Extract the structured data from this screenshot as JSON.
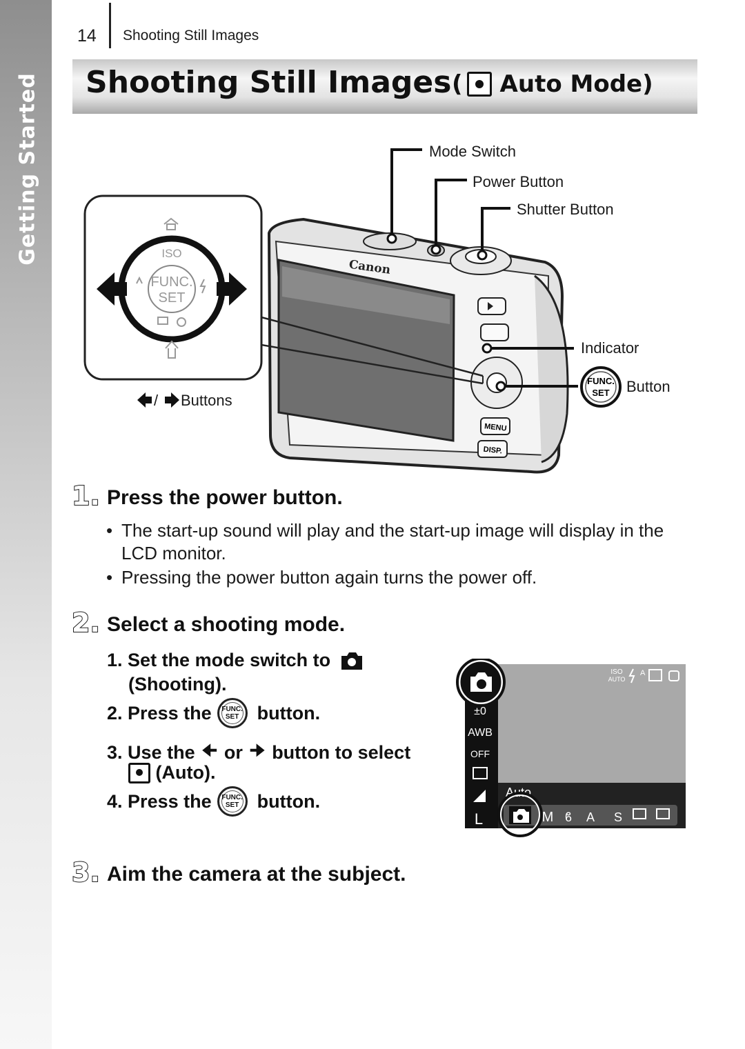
{
  "side_tab": {
    "label": "Getting Started"
  },
  "header": {
    "page_number": "14",
    "running_head": "Shooting Still Images"
  },
  "title": {
    "main": "Shooting Still Images",
    "paren_open": "(",
    "mode": "Auto Mode)",
    "mode_icon": "auto-mode-icon"
  },
  "illustration": {
    "callouts": {
      "mode_switch": "Mode Switch",
      "power_button": "Power Button",
      "shutter_button": "Shutter Button",
      "indicator": "Indicator",
      "func_button": "Button",
      "arrow_buttons": "Buttons",
      "arrow_sep": "/"
    },
    "camera_brand": "Canon",
    "dial_labels": {
      "iso": "ISO",
      "func": "FUNC.",
      "set": "SET"
    }
  },
  "steps": [
    {
      "number": "1.",
      "heading": "Press the power button.",
      "bullets": [
        "The start-up sound will play and the start-up image will display in the LCD monitor.",
        "Pressing the power button again turns the power off."
      ]
    },
    {
      "number": "2.",
      "heading": "Select a shooting mode.",
      "substeps": {
        "s1_num": "1.",
        "s1_a": "Set the mode switch to",
        "s1_b": "(Shooting).",
        "s2_num": "2.",
        "s2_a": "Press the",
        "s2_b": "button.",
        "s3_num": "3.",
        "s3_a": "Use the",
        "s3_or": "or",
        "s3_b": "button to select",
        "s3_c": "(Auto).",
        "s4_num": "4.",
        "s4_a": "Press the",
        "s4_b": "button."
      }
    },
    {
      "number": "3.",
      "heading": "Aim the camera at the subject."
    }
  ],
  "func_icon": {
    "line1": "FUNC.",
    "line2": "SET"
  },
  "lcd_screen": {
    "mode_label": "Auto",
    "bottom_text_a": "M",
    "bottom_text_b": "A",
    "bottom_text_c": "S",
    "side_awb": "AWB",
    "side_off": "OFF",
    "top_iso_a": "ISO",
    "top_iso_b": "AUTO",
    "top_flash": "A",
    "size": "L"
  }
}
